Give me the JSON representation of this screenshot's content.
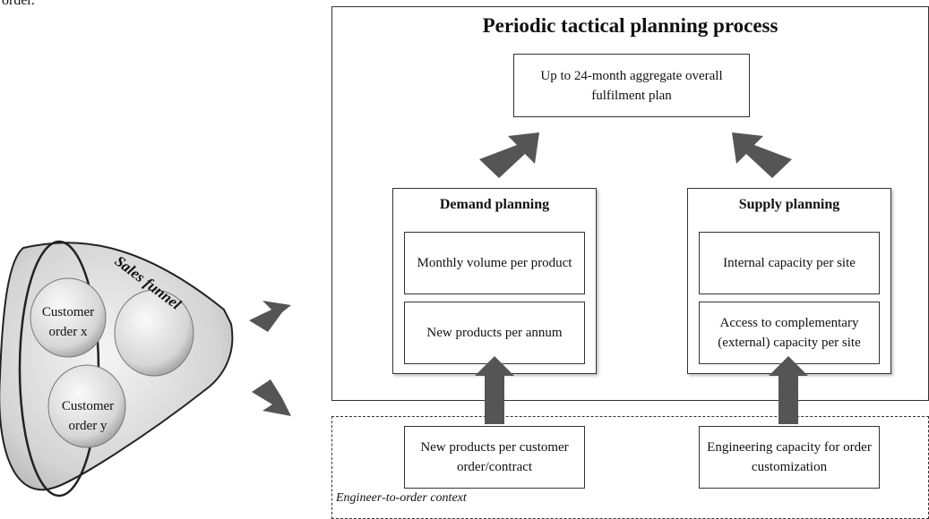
{
  "caption_cut": "order.",
  "main": {
    "title": "Periodic tactical planning process",
    "top_plan": "Up to 24-month aggregate overall fulfilment plan",
    "demand": {
      "title": "Demand planning",
      "items": [
        "Monthly volume per product",
        "New products per annum"
      ]
    },
    "supply": {
      "title": "Supply planning",
      "items": [
        "Internal capacity per site",
        "Access to complementary (external) capacity per site"
      ]
    }
  },
  "eto": {
    "context_label": "Engineer-to-order context",
    "left_box": "New products per customer order/contract",
    "right_box": "Engineering capacity for order customization"
  },
  "funnel": {
    "label": "Sales funnel",
    "orders": [
      "Customer order x",
      "Customer order y"
    ]
  }
}
